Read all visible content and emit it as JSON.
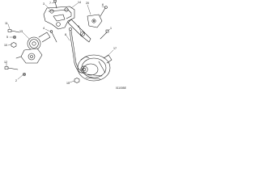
{
  "diagram": {
    "line_color": "#1a1a1a",
    "fill_color": "#ffffff",
    "callouts": [
      "3",
      "7",
      "14",
      "20",
      "6",
      "11",
      "5",
      "10",
      "13",
      "4",
      "8",
      "9",
      "1",
      "12",
      "2",
      "15",
      "17"
    ],
    "drawing_id": "01100BE"
  }
}
